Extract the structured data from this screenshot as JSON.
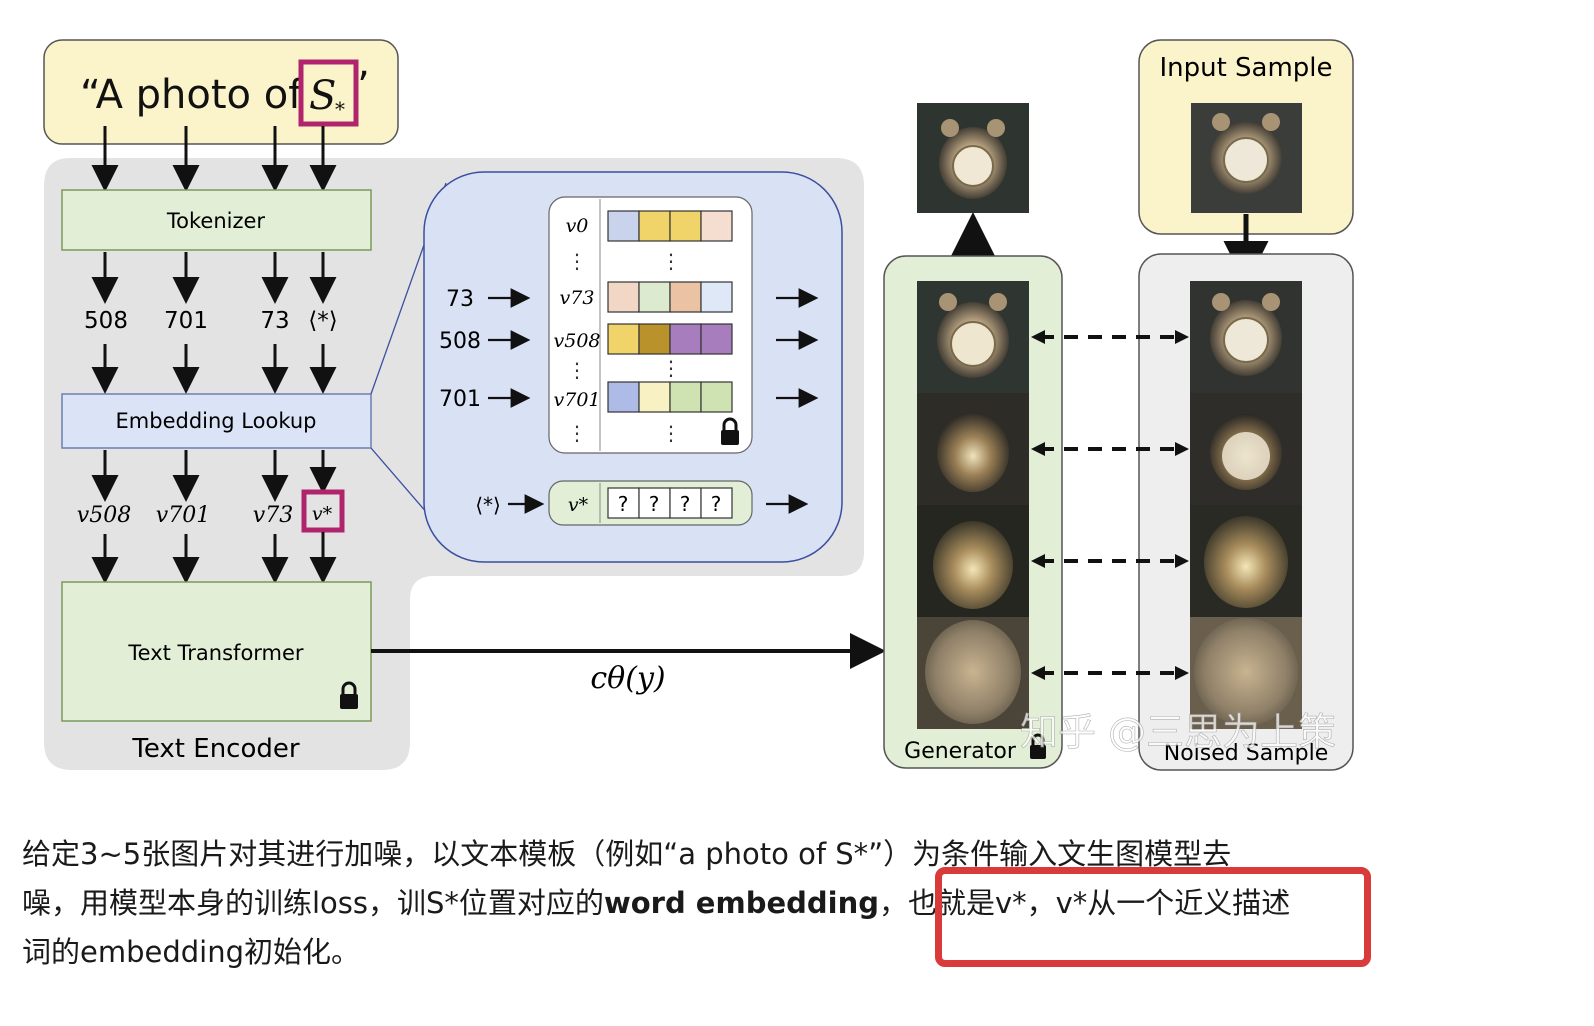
{
  "prompt": {
    "prefix": "“A photo of ",
    "token": "S",
    "suffix": "’"
  },
  "tokenizer_label": "Tokenizer",
  "token_ids": [
    "508",
    "701",
    "73",
    "⟨*⟩"
  ],
  "embedding_lookup_label": "Embedding Lookup",
  "embeddings": [
    "v508",
    "v701",
    "v73",
    "v*"
  ],
  "text_transformer_label": "Text Transformer",
  "text_encoder_label": "Text Encoder",
  "lookup_table": {
    "inputs": [
      "73",
      "508",
      "701"
    ],
    "rows": [
      "v0",
      "v73",
      "v508",
      "v701"
    ],
    "colors": {
      "v0": [
        "#c9d3ec",
        "#f0d46a",
        "#f0d46a",
        "#f5ddd0"
      ],
      "v73": [
        "#f3d7c6",
        "#dcebcf",
        "#ebc2a4",
        "#dfe8f6"
      ],
      "v508": [
        "#f0d46a",
        "#b9922c",
        "#a77dbe",
        "#a77dbe"
      ],
      "v701": [
        "#aebbe6",
        "#f8f1c4",
        "#cfe3b2",
        "#cfe3b2"
      ]
    },
    "special_input": "⟨*⟩",
    "special_row": "v*",
    "special_cells": [
      "?",
      "?",
      "?",
      "?"
    ]
  },
  "conditioning_label": "cθ(y)",
  "generator_label": "Generator",
  "input_sample_label": "Input Sample",
  "noised_sample_label": "Noised Sample",
  "watermark": "知乎 @三思为上策",
  "caption": {
    "line1": "给定3~5张图片对其进行加噪，以文本模板（例如“a photo of S*”）为条件输入文生图模型去",
    "line2_a": "噪，用模型本身的训练loss，训S*位置对应的",
    "line2_bold": "word embedding",
    "line2_b": "，也就是v*，v*从一个近义描述",
    "line3": "词的embedding初始化。"
  },
  "colors": {
    "prompt_box": "#fbf3c9",
    "encoder_bg": "#e3e3e3",
    "tokenizer": "#e2efd6",
    "lookup": "#dbe4f6",
    "table_bg": "#ffffff",
    "highlight": "#b0246e",
    "caption_highlight": "#d93b3b"
  }
}
